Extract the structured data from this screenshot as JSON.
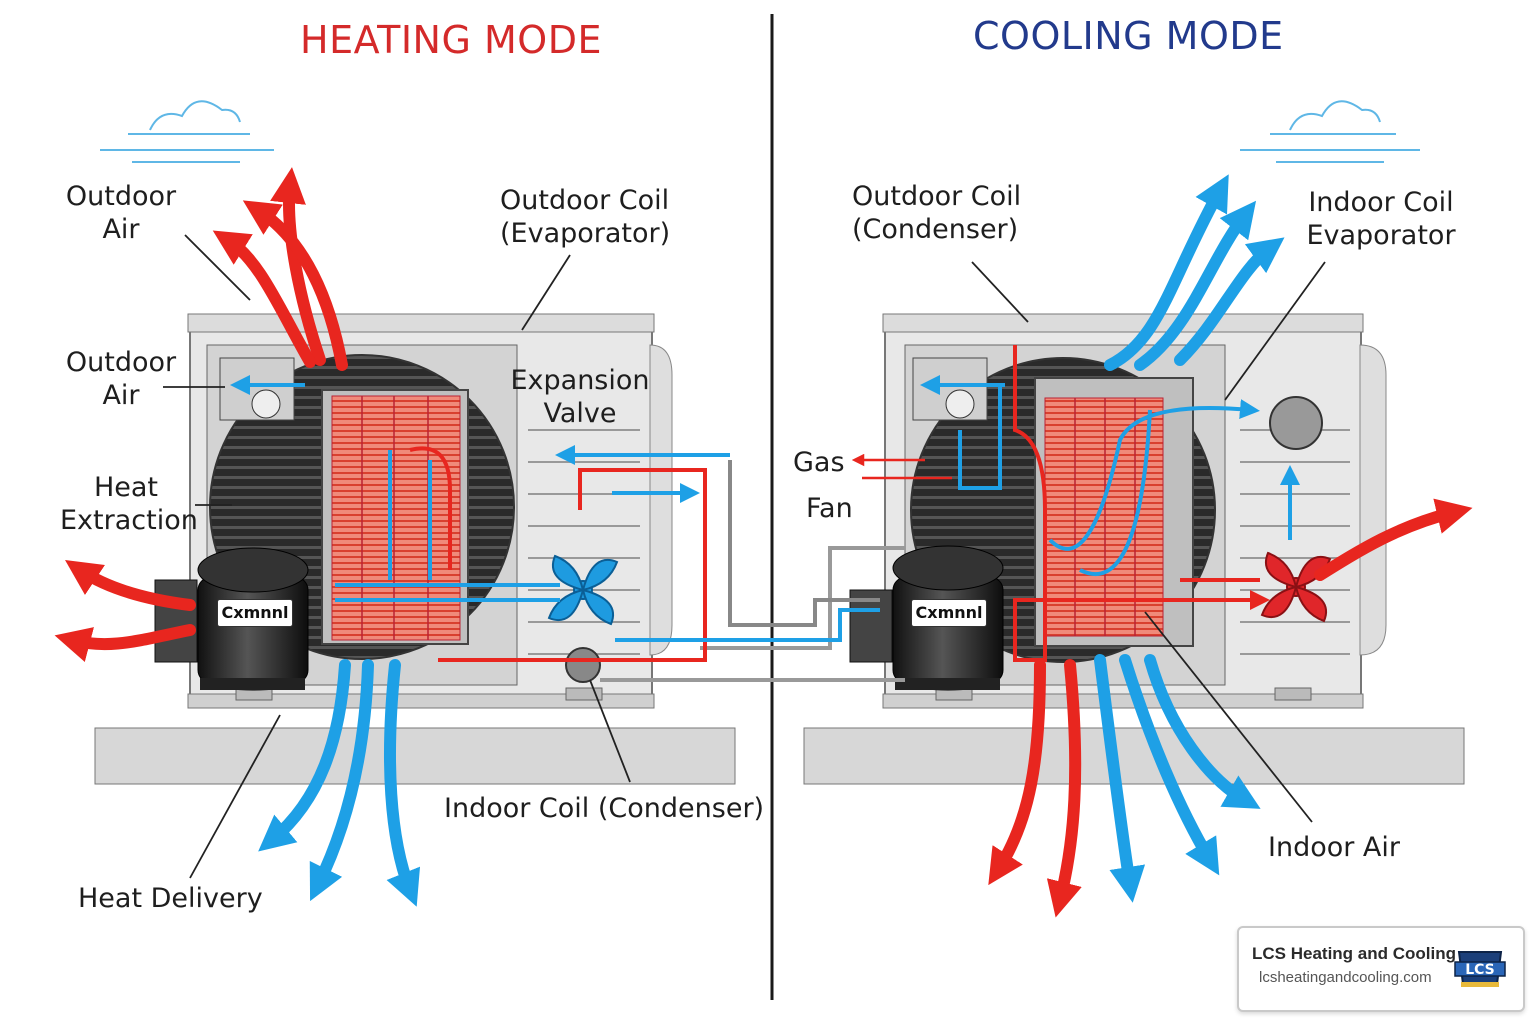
{
  "titles": {
    "heating": "HEATING MODE",
    "cooling": "COOLING MODE"
  },
  "heating": {
    "outdoor_air_top": [
      "Outdoor",
      "Air"
    ],
    "outdoor_coil": [
      "Outdoor Coil",
      "(Evaporator)"
    ],
    "outdoor_air_side": [
      "Outdoor",
      "Air"
    ],
    "expansion_valve": [
      "Expansion",
      "Valve"
    ],
    "heat_extraction": [
      "Heat",
      "Extraction"
    ],
    "compressor_label": "Cxmnnl",
    "indoor_coil": "Indoor Coil (Condenser)",
    "heat_delivery": "Heat Delivery"
  },
  "cooling": {
    "outdoor_coil": [
      "Outdoor Coil",
      "(Condenser)"
    ],
    "indoor_coil": [
      "Indoor Coil",
      "Evaporator"
    ],
    "gas": "Gas",
    "fan": "Fan",
    "compressor_label": "Cxmnnl",
    "indoor_air": "Indoor Air"
  },
  "brand": {
    "name": "LCS Heating and Cooling",
    "url": "lcsheatingandcooling.com",
    "logo_text": "LCS"
  },
  "colors": {
    "heating_title": "#d42a2a",
    "cooling_title": "#223a8c",
    "hot_arrow": "#e8261f",
    "cold_arrow": "#1ea0e6"
  }
}
